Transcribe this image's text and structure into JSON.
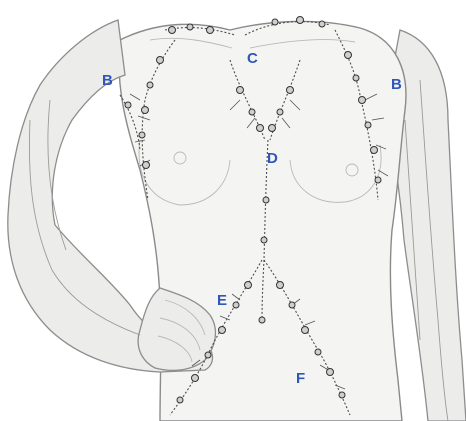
{
  "labels": {
    "b_left": "B",
    "b_right": "B",
    "c": "C",
    "d": "D",
    "e": "E",
    "f": "F"
  },
  "colors": {
    "label": "#2f56b8",
    "lymph": "#333333",
    "skin": "#f4f4f2"
  }
}
